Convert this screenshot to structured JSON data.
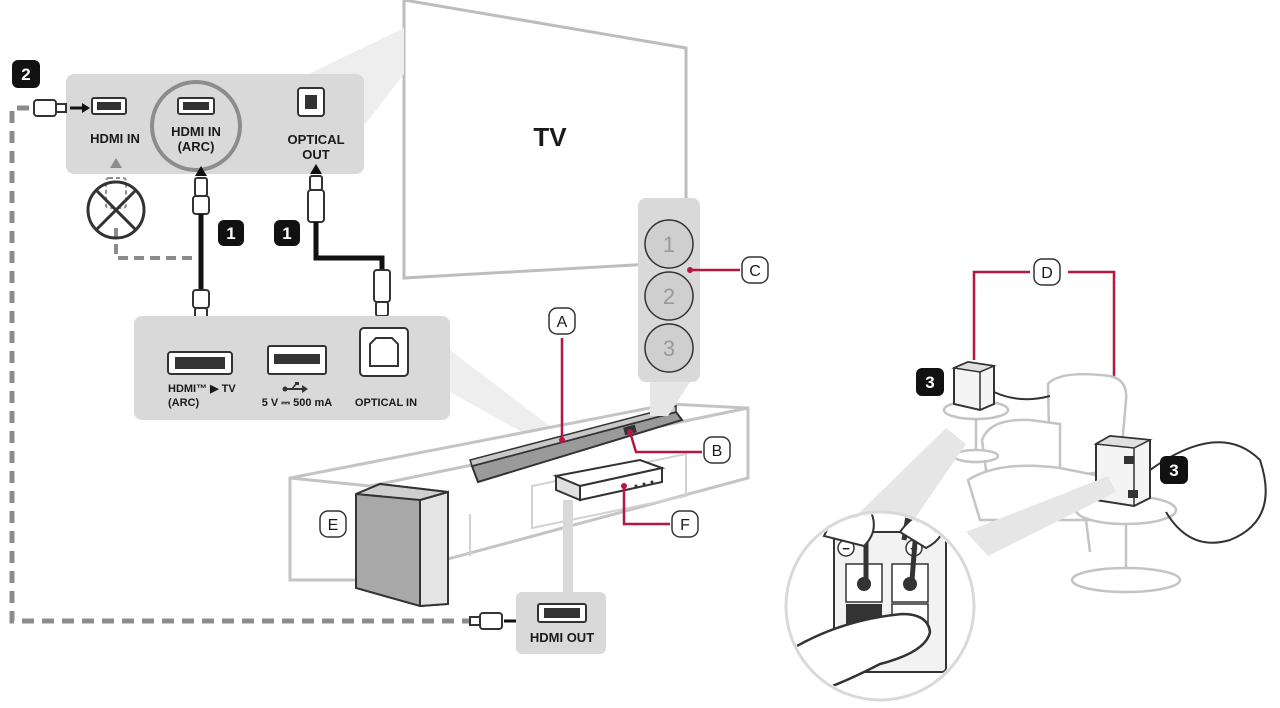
{
  "tv": {
    "label": "TV"
  },
  "tv_ports": {
    "hdmi_in": "HDMI IN",
    "hdmi_in_arc_line1": "HDMI IN",
    "hdmi_in_arc_line2": "(ARC)",
    "optical_out_line1": "OPTICAL",
    "optical_out_line2": "OUT"
  },
  "soundbar_ports": {
    "hdmi_tv_line1": "HDMI™ ▶ TV",
    "hdmi_tv_line2": "(ARC)",
    "usb_label": "5 V ⎓ 500 mA",
    "optical_in": "OPTICAL IN"
  },
  "player_ports": {
    "hdmi_out": "HDMI OUT"
  },
  "steps": {
    "one": "1",
    "two": "2",
    "three": "3"
  },
  "channel_buttons": [
    "1",
    "2",
    "3"
  ],
  "callouts": {
    "a": "A",
    "b": "B",
    "c": "C",
    "d": "D",
    "e": "E",
    "f": "F"
  },
  "terminal_marks": {
    "minus": "−",
    "plus": "+"
  },
  "colors": {
    "callout_line": "#b5173f",
    "panel_grey": "#d9d9d9",
    "cable_dash": "#8c8c8c"
  }
}
